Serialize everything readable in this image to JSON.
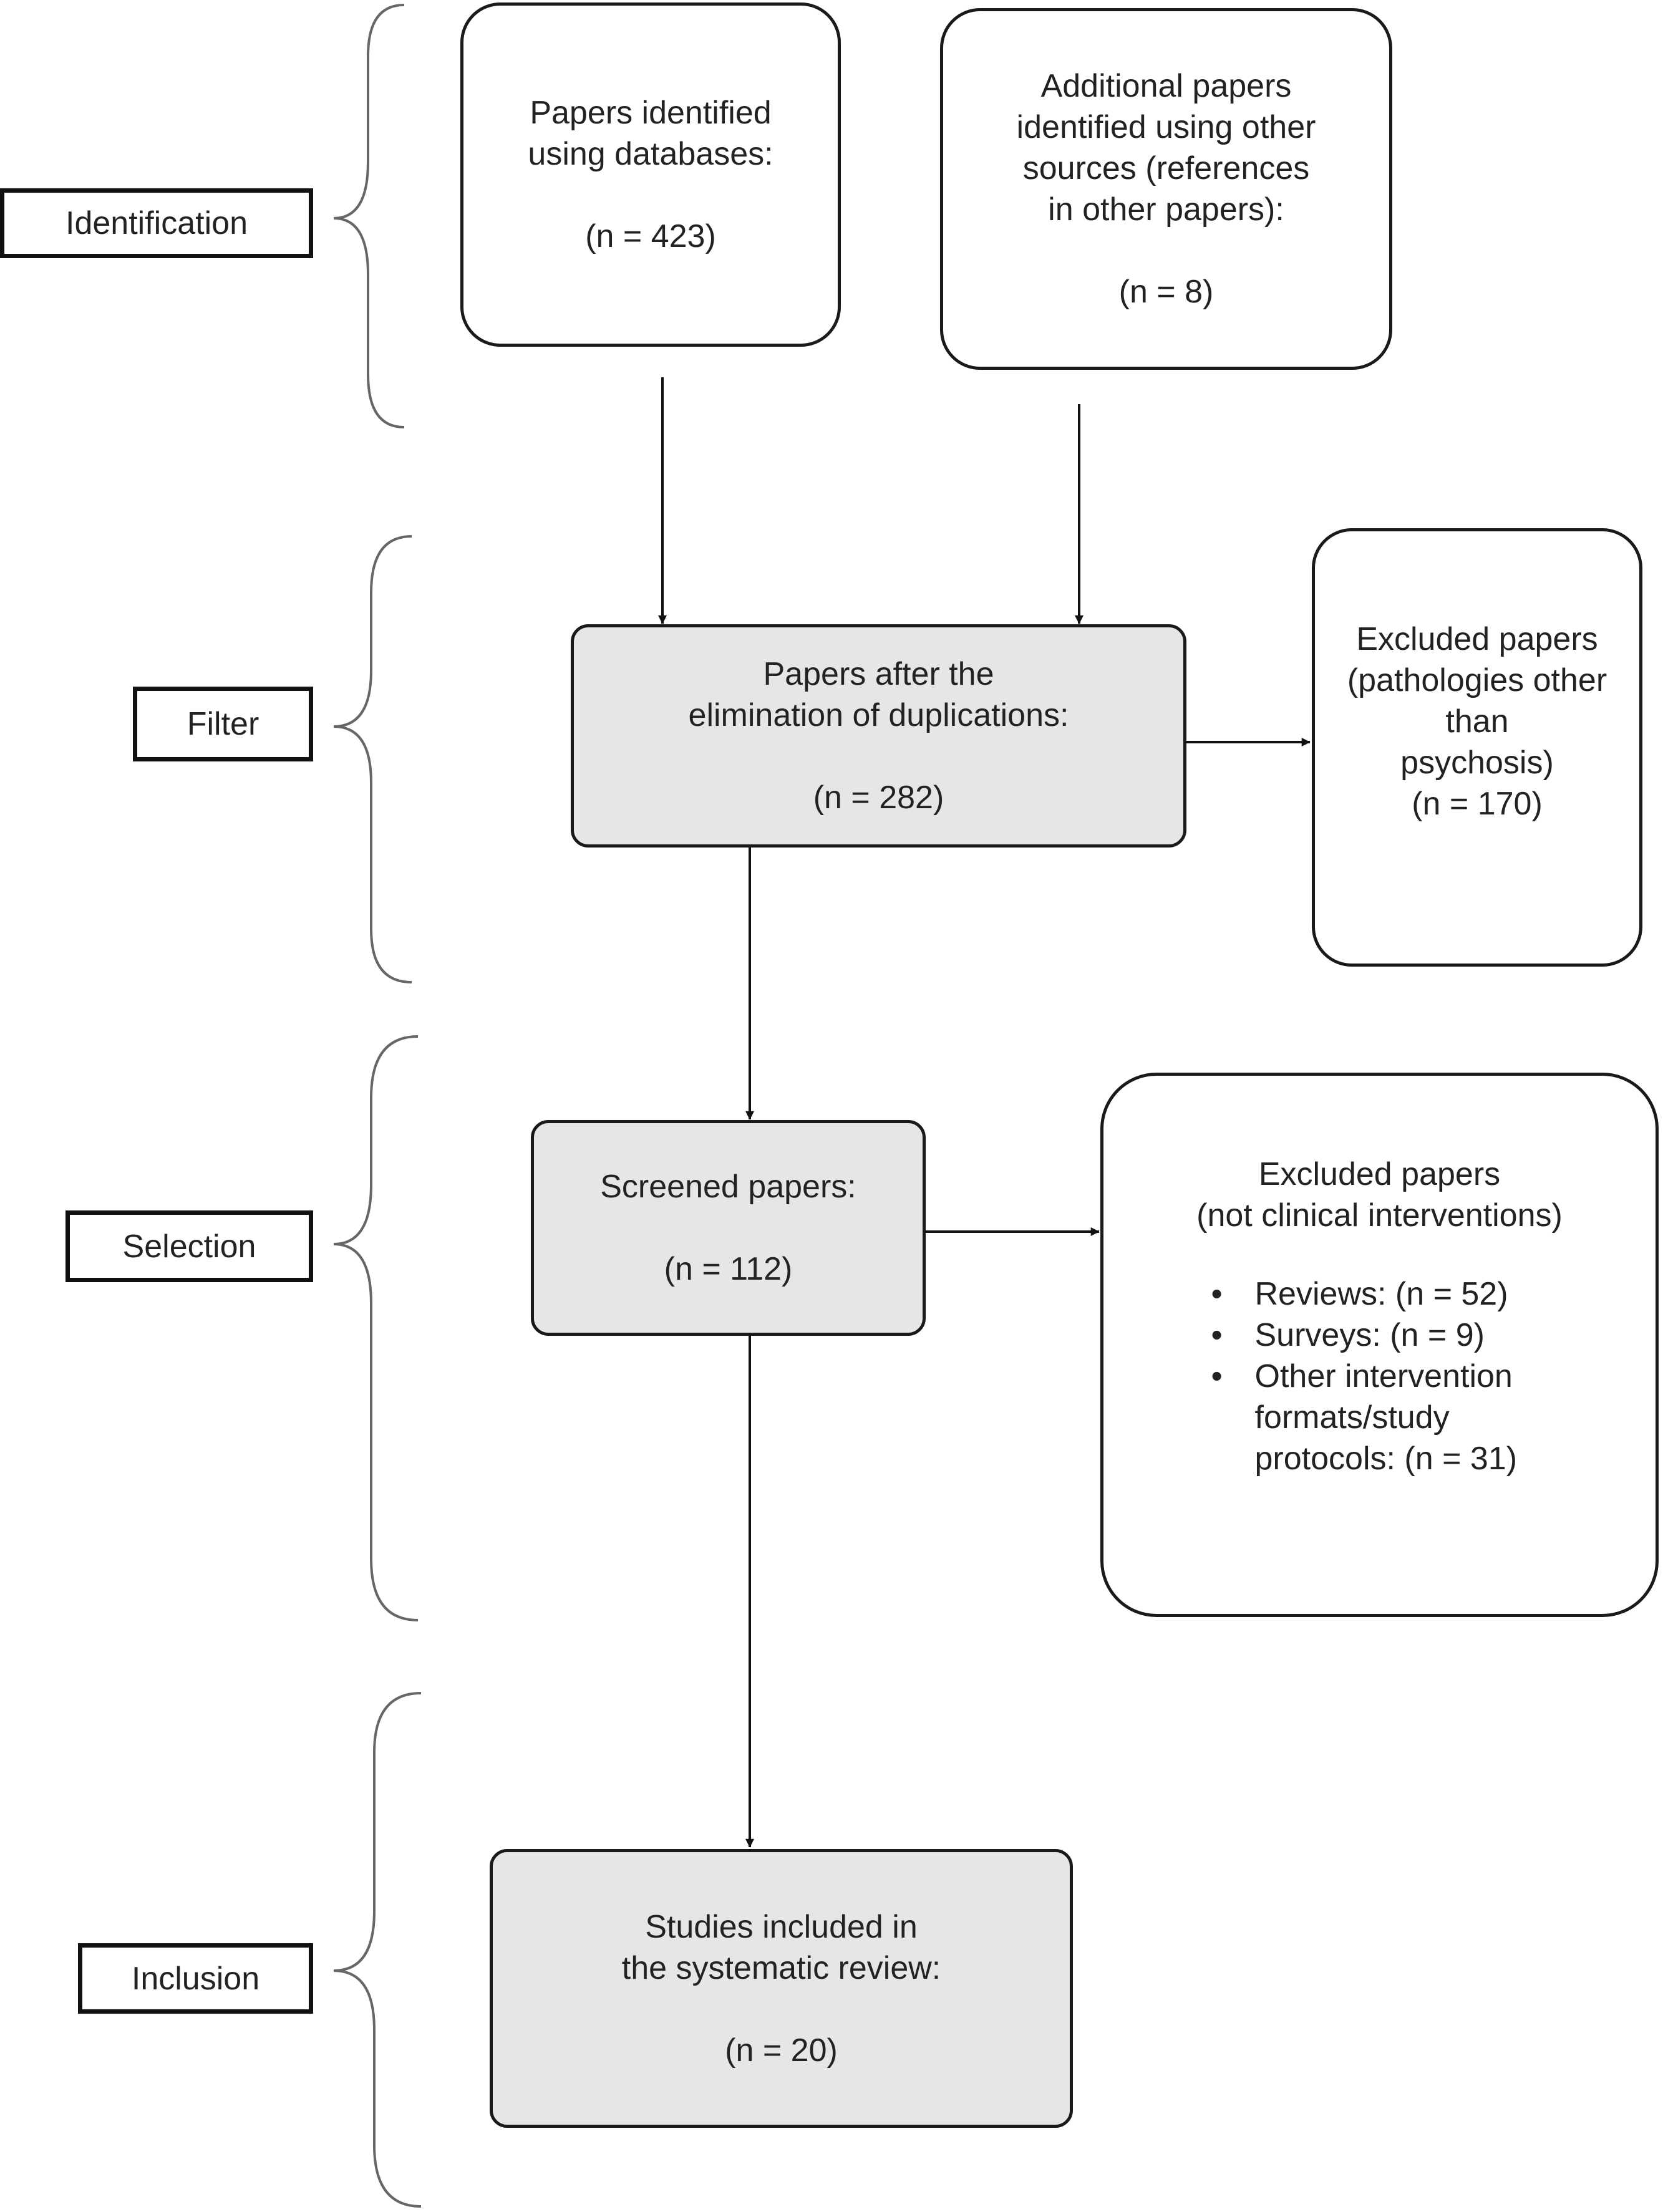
{
  "colors": {
    "box_fill_grey": "#e6e6e6",
    "stroke": "#1a1a1a",
    "text": "#222222"
  },
  "stages": {
    "identification": "Identification",
    "filter": "Filter",
    "selection": "Selection",
    "inclusion": "Inclusion"
  },
  "boxes": {
    "databases": {
      "lines": [
        "Papers identified",
        "using databases:"
      ],
      "count": "(n = 423)"
    },
    "other_sources": {
      "lines": [
        "Additional papers",
        "identified using other",
        "sources (references",
        "in other papers):"
      ],
      "count": "(n = 8)"
    },
    "deduplicated": {
      "lines": [
        "Papers after the",
        "elimination of duplications:"
      ],
      "count": "(n = 282)"
    },
    "excluded_pathologies": {
      "lines": [
        "Excluded papers",
        "(pathologies other",
        "than",
        "psychosis)"
      ],
      "count": "(n = 170)"
    },
    "screened": {
      "lines": [
        "Screened papers:"
      ],
      "count": "(n = 112)"
    },
    "excluded_nonclinical": {
      "lines": [
        "Excluded papers",
        "(not clinical interventions)"
      ],
      "bullets": [
        "Reviews: (n = 52)",
        "Surveys: (n = 9)",
        "Other intervention formats/study protocols: (n = 31)"
      ]
    },
    "included": {
      "lines": [
        "Studies included in",
        "the systematic review:"
      ],
      "count": "(n = 20)"
    }
  }
}
